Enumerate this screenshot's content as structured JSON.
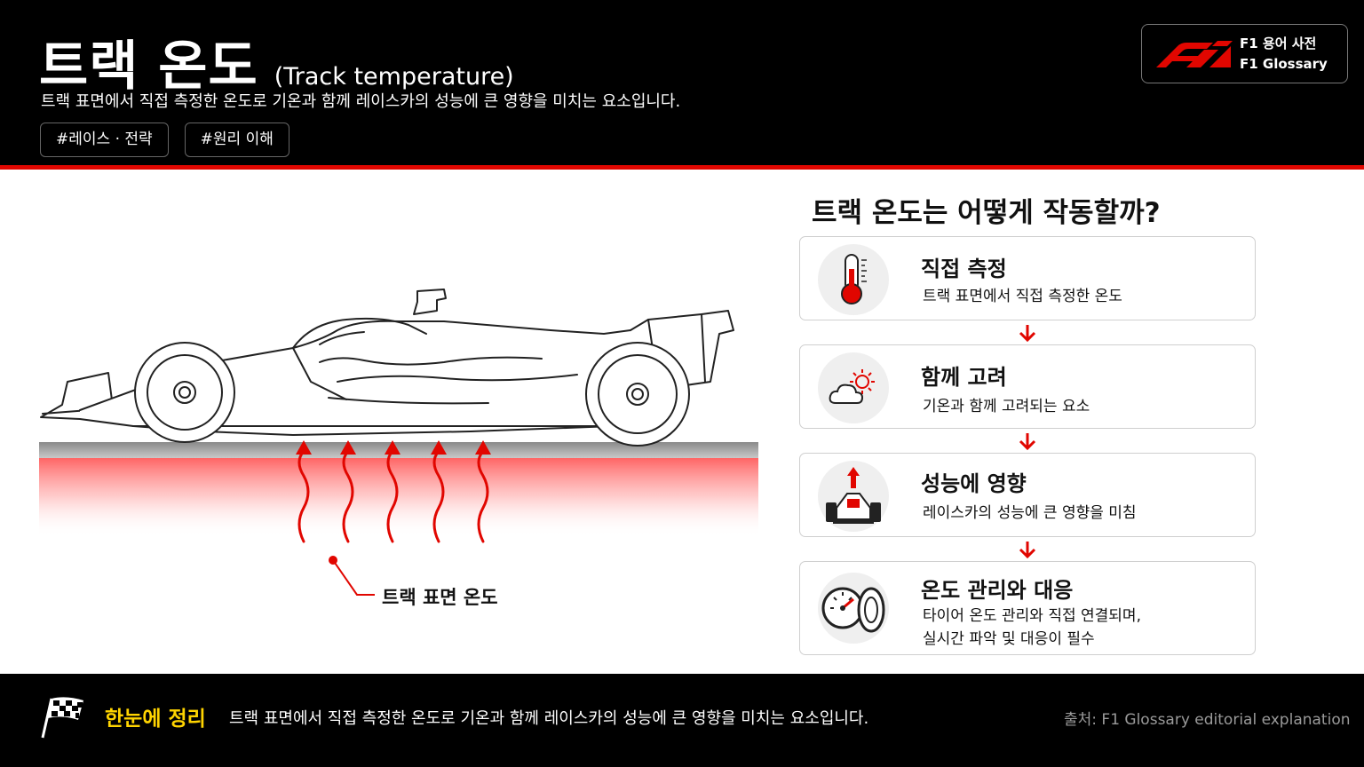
{
  "header": {
    "title_ko": "트랙 온도",
    "title_en": "(Track temperature)",
    "subtitle": "트랙 표면에서 직접 측정한 온도로 기온과 함께 레이스카의 성능에 큰 영향을 미치는 요소입니다.",
    "tags": [
      "#레이스 · 전략",
      "#원리 이해"
    ],
    "glossary_line1": "F1 용어 사전",
    "glossary_line2": "F1 Glossary"
  },
  "illustration": {
    "surface_label": "트랙 표면 온도"
  },
  "how": {
    "title": "트랙 온도는 어떻게 작동할까?",
    "steps": [
      {
        "icon": "thermometer-icon",
        "title": "직접 측정",
        "desc": "트랙 표면에서 직접 측정한 온도"
      },
      {
        "icon": "cloud-sun-icon",
        "title": "함께 고려",
        "desc": "기온과 함께 고려되는 요소"
      },
      {
        "icon": "race-car-up-icon",
        "title": "성능에 영향",
        "desc": "레이스카의 성능에 큰 영향을 미침"
      },
      {
        "icon": "gauge-tire-icon",
        "title": "온도 관리와 대응",
        "desc_line1": "타이어 온도 관리와 직접 연결되며,",
        "desc_line2": "실시간 파악 및 대응이 필수"
      }
    ]
  },
  "footer": {
    "summary_label": "한눈에 정리",
    "summary_text": "트랙 표면에서 직접 측정한 온도로 기온과 함께 레이스카의 성능에 큰 영향을 미치는 요소입니다.",
    "source": "출처:  F1 Glossary editorial explanation"
  },
  "colors": {
    "accent": "#e10600",
    "highlight": "#ffd400",
    "header_bg": "#000000"
  }
}
